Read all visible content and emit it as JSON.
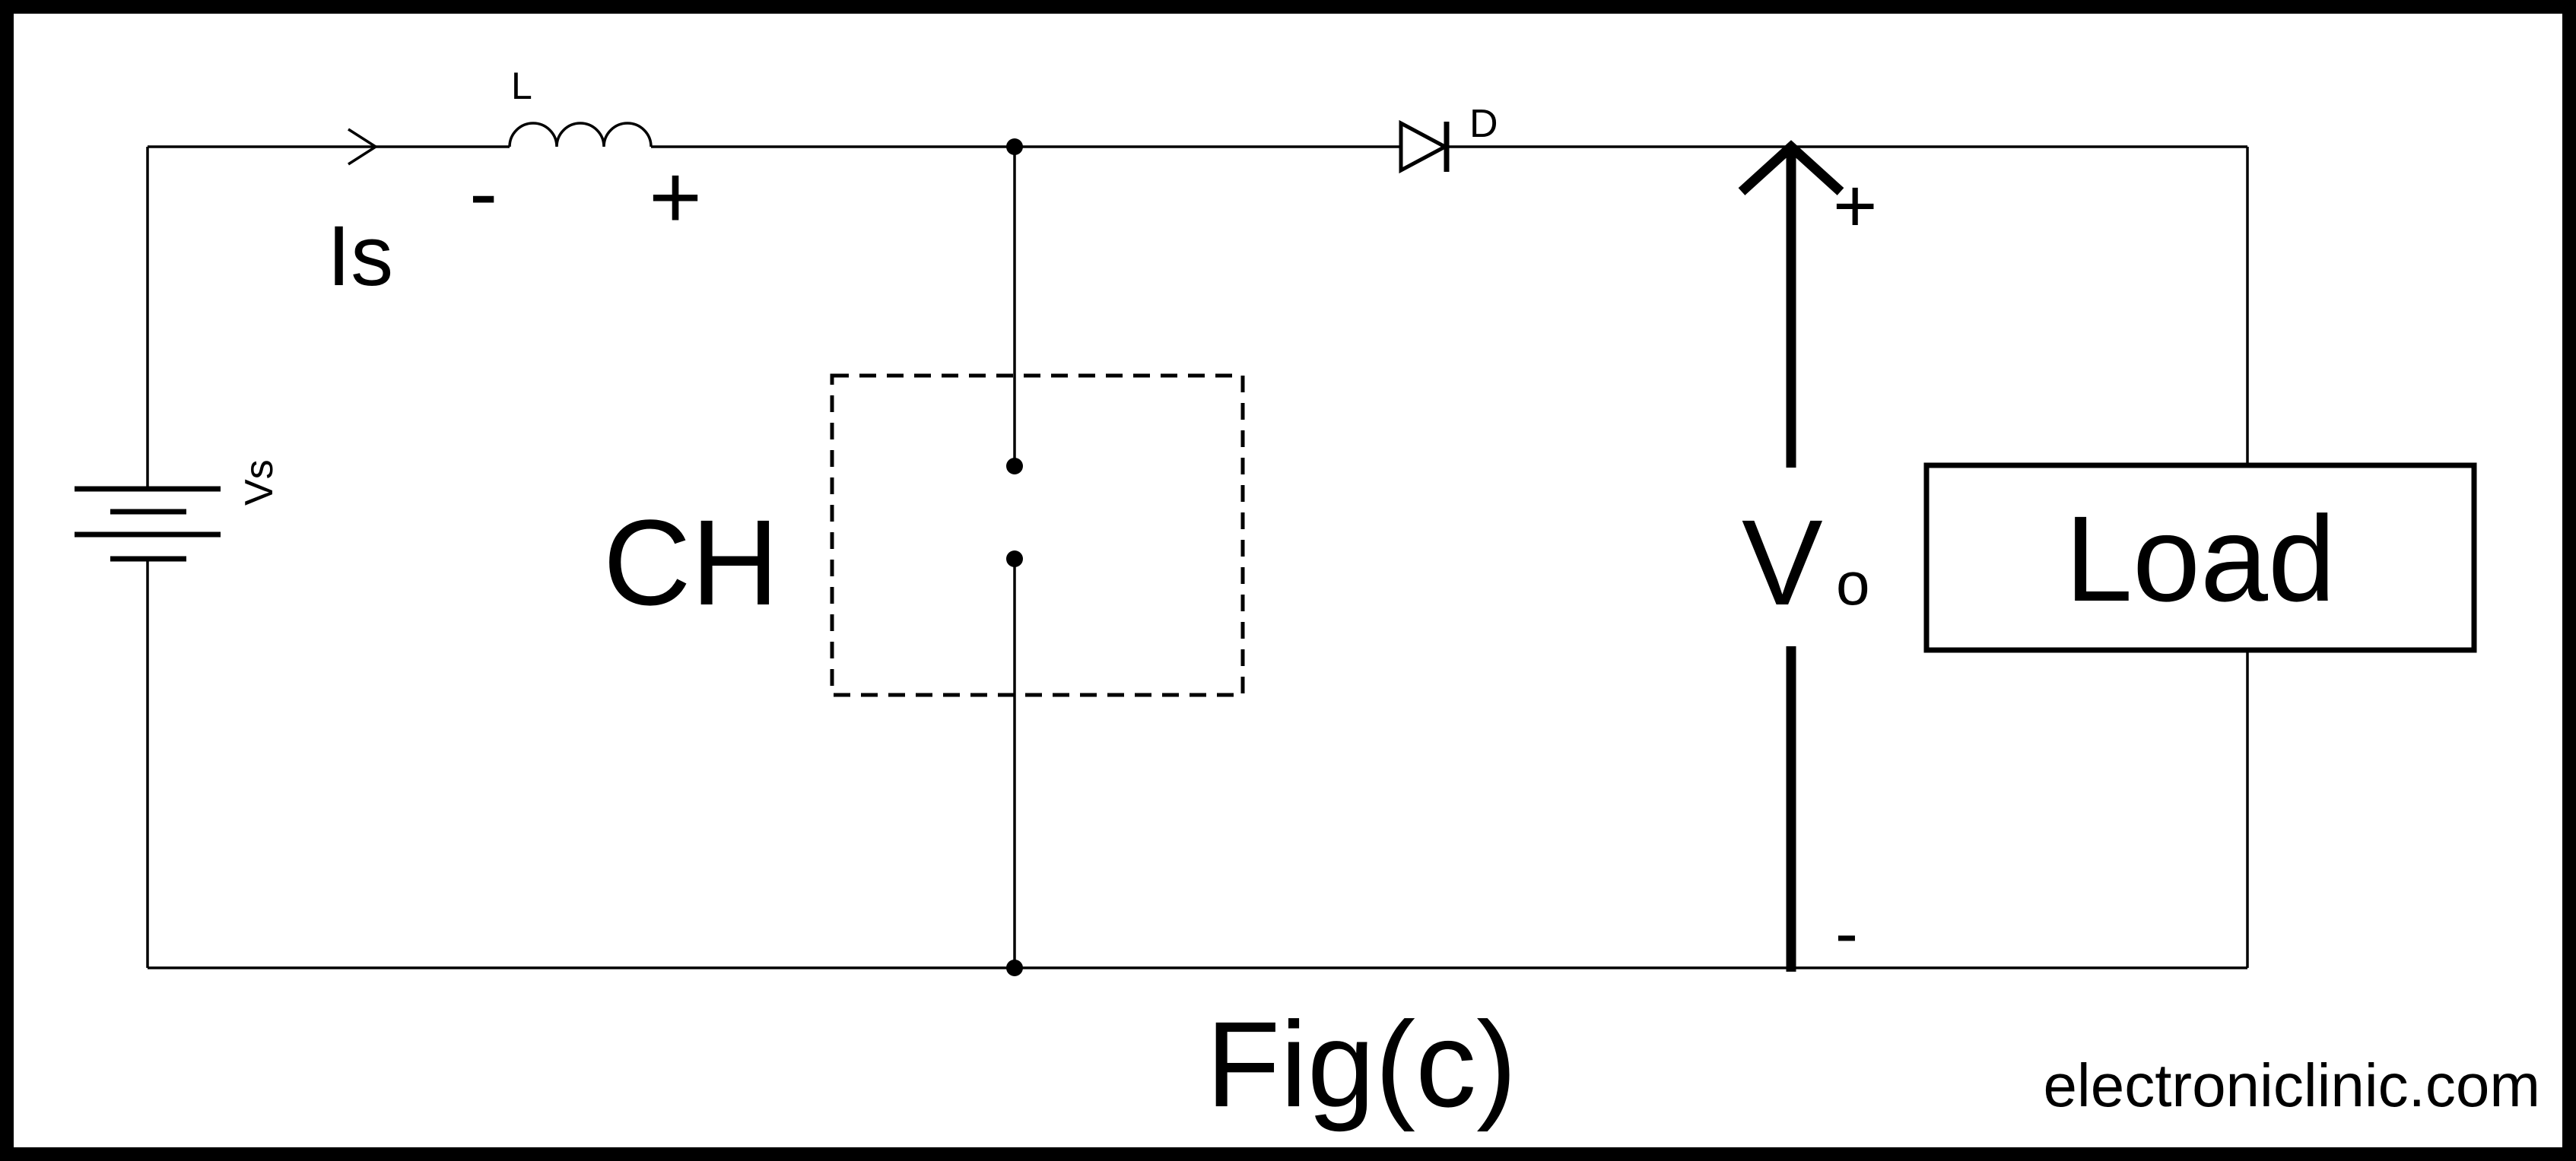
{
  "diagram": {
    "source_label": "Vs",
    "current_label": "Is",
    "inductor_label": "L",
    "inductor_minus": "-",
    "inductor_plus": "+",
    "diode_label": "D",
    "chopper_label": "CH",
    "output_voltage_main": "V",
    "output_voltage_sub": "o",
    "output_plus": "+",
    "output_minus": "-",
    "load_label": "Load",
    "figure_caption": "Fig(c)",
    "watermark": "electroniclinic.com"
  }
}
